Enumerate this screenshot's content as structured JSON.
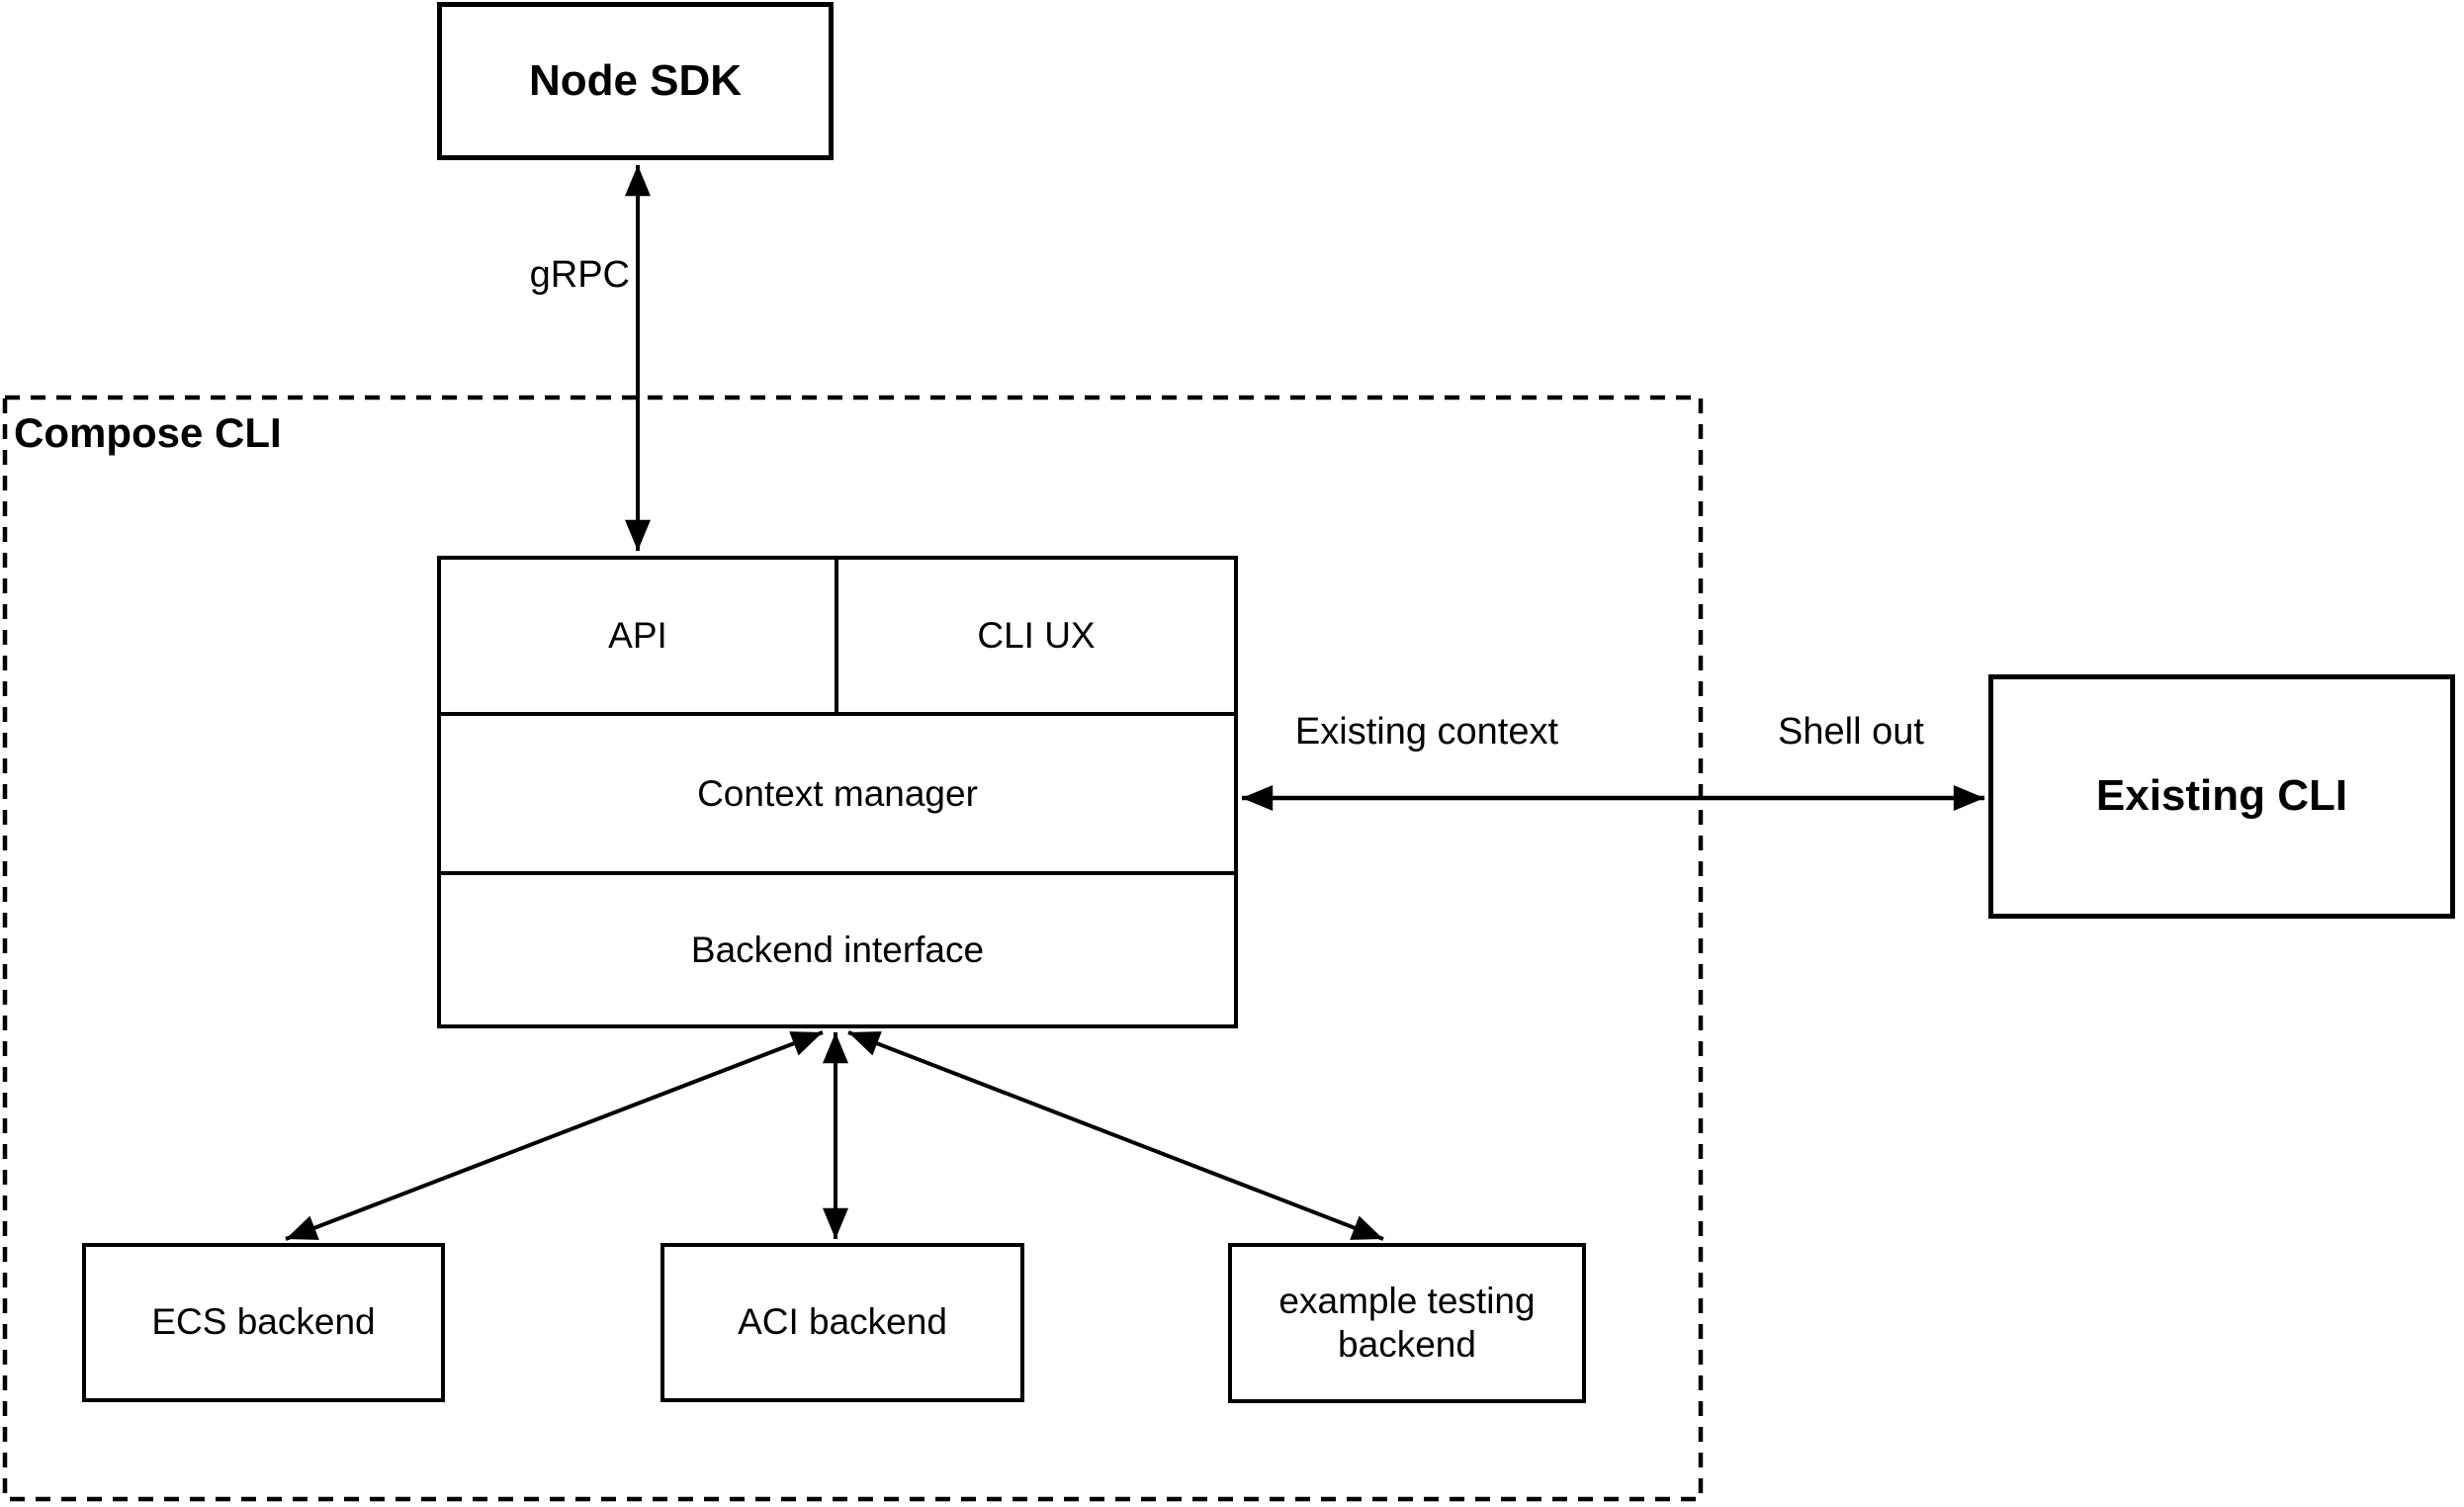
{
  "diagram": {
    "container": {
      "label": "Compose CLI"
    },
    "nodes": {
      "node_sdk": {
        "label": "Node SDK"
      },
      "existing_cli": {
        "label": "Existing CLI"
      },
      "ecs_backend": {
        "label": "ECS backend"
      },
      "aci_backend": {
        "label": "ACI backend"
      },
      "example_testing_backend": {
        "label": "example testing backend"
      }
    },
    "core_stack": {
      "api": "API",
      "cli_ux": "CLI UX",
      "context_manager": "Context manager",
      "backend_interface": "Backend interface"
    },
    "edges": {
      "grpc_label": "gRPC",
      "existing_context_label": "Existing context",
      "shell_out_label": "Shell out"
    },
    "colors": {
      "stroke": "#000000",
      "background": "#ffffff"
    }
  }
}
